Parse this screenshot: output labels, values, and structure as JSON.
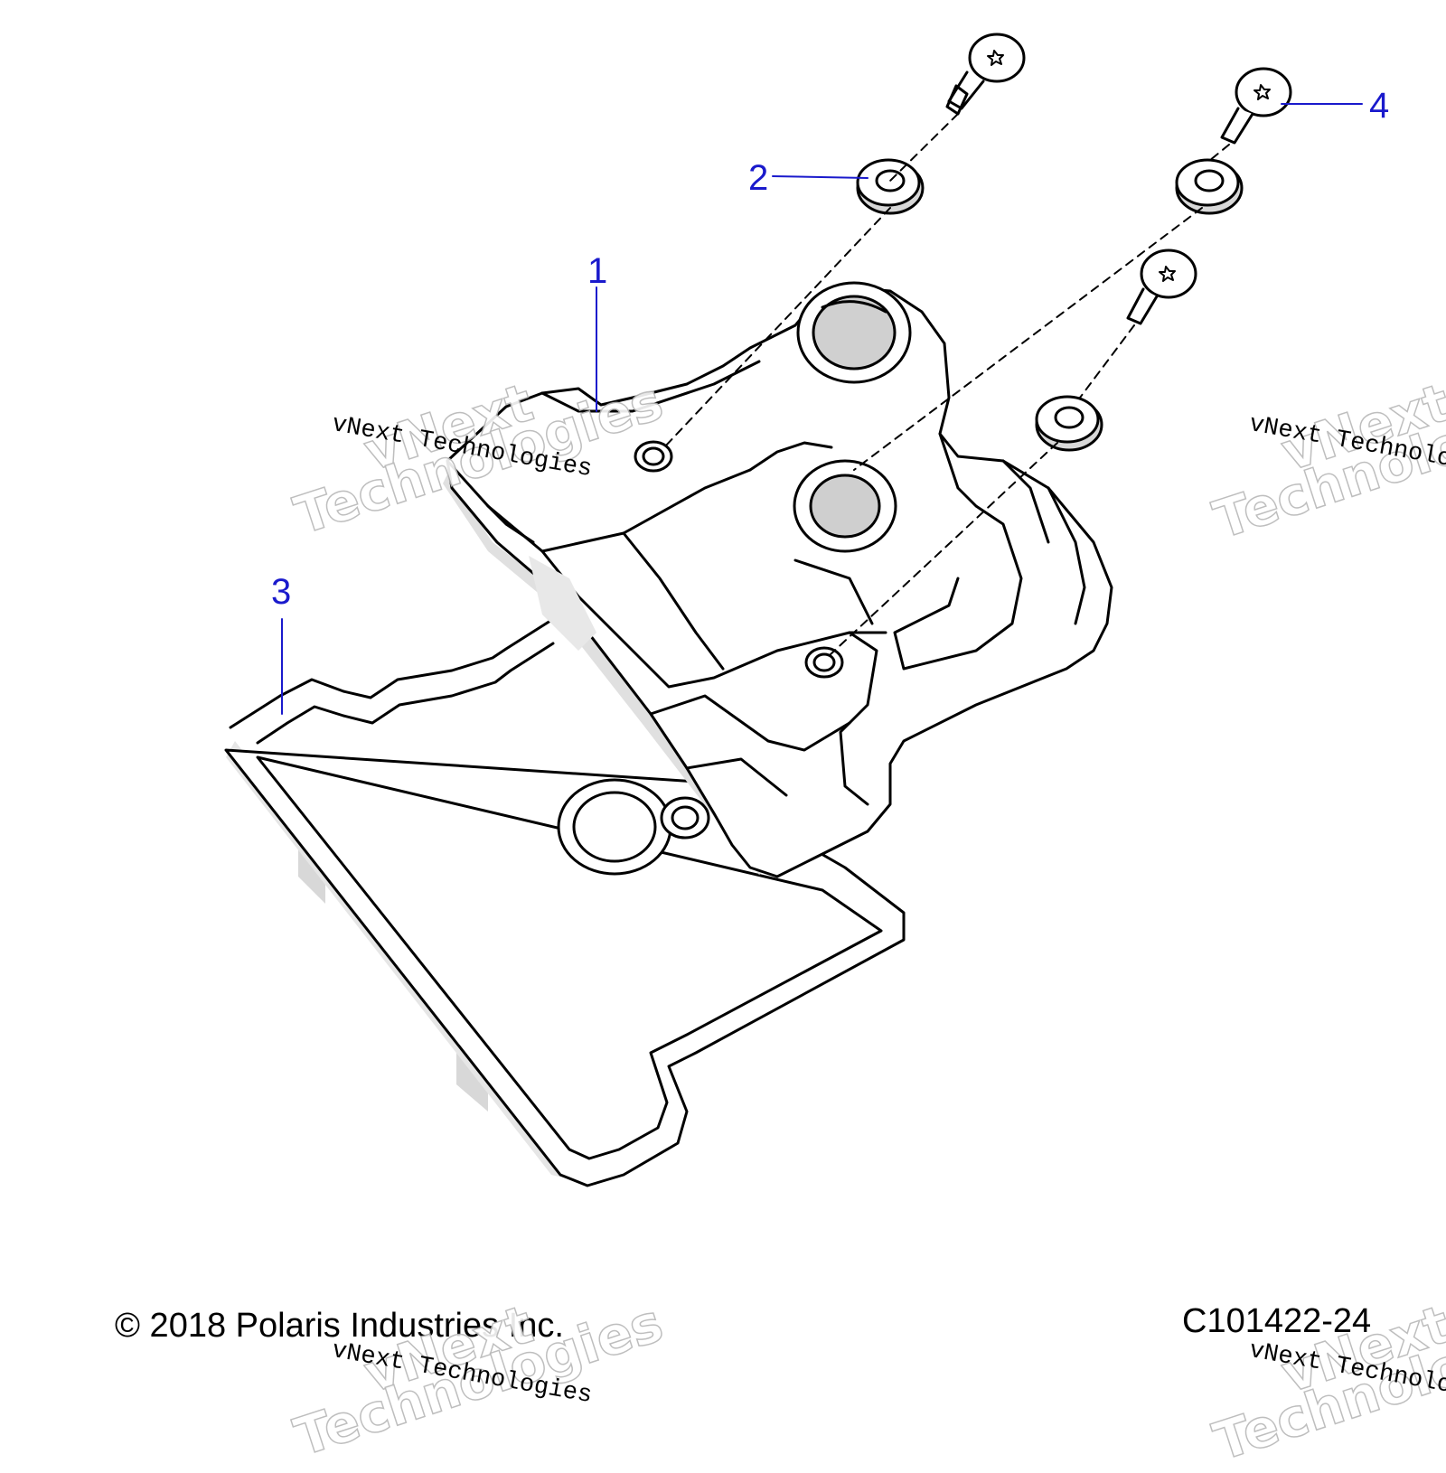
{
  "colors": {
    "callout": "#1a1acc",
    "line": "#000000",
    "shade": "#d8d8d8",
    "part_fill": "#ffffff"
  },
  "callouts": [
    {
      "id": "1",
      "label": "1"
    },
    {
      "id": "2",
      "label": "2"
    },
    {
      "id": "3",
      "label": "3"
    },
    {
      "id": "4",
      "label": "4"
    }
  ],
  "footer": {
    "copyright": "© 2018 Polaris Industries Inc.",
    "drawing_number": "C101422-24"
  },
  "watermark": {
    "line_small": "vNext Technologies",
    "line_big_1": "vNext",
    "line_big_2": "Technologies"
  }
}
